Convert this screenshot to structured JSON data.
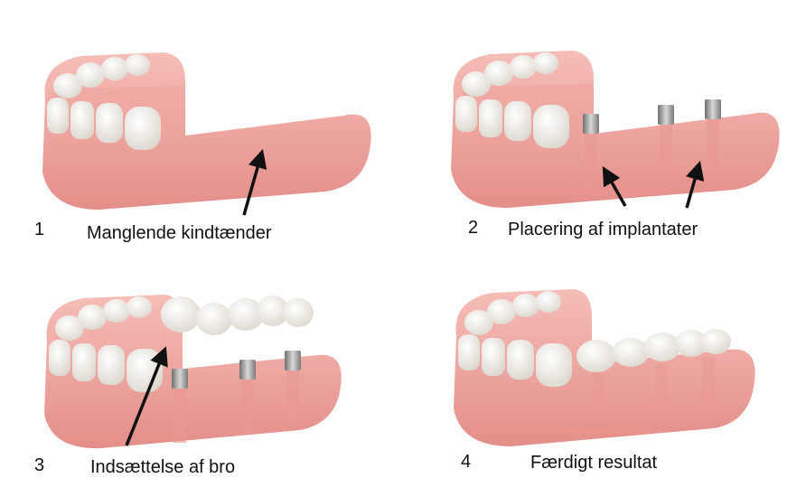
{
  "steps": [
    {
      "number": "1",
      "caption": "Manglende kindtænder"
    },
    {
      "number": "2",
      "caption": "Placering af implantater"
    },
    {
      "number": "3",
      "caption": "Indsættelse af bro"
    },
    {
      "number": "4",
      "caption": "Færdigt resultat"
    }
  ],
  "colors": {
    "gum": "#f2a9a3",
    "gum_dark": "#e58d88",
    "tooth": "#f7f4ee",
    "implant": "#9a9a9a",
    "arrow": "#111111"
  }
}
